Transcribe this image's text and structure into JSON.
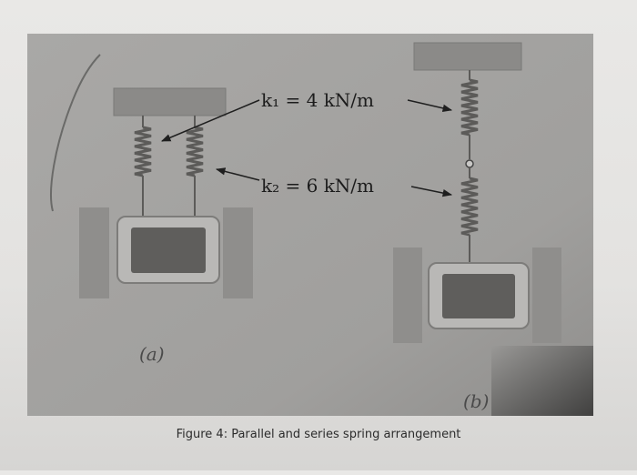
{
  "diagram": {
    "k1_label": "k₁ = 4 kN/m",
    "k2_label": "k₂ = 6 kN/m",
    "panel_a": "(a)",
    "panel_b": "(b)",
    "caption": "Figure 4: Parallel and series spring arrangement",
    "colors": {
      "panel_bg": "#a3a2a0",
      "support": "#8b8a88",
      "spring": "#5c5b59",
      "block_body": "#b9b8b6",
      "block_face": "#5f5e5c",
      "arrow": "#1f1f1f"
    }
  }
}
